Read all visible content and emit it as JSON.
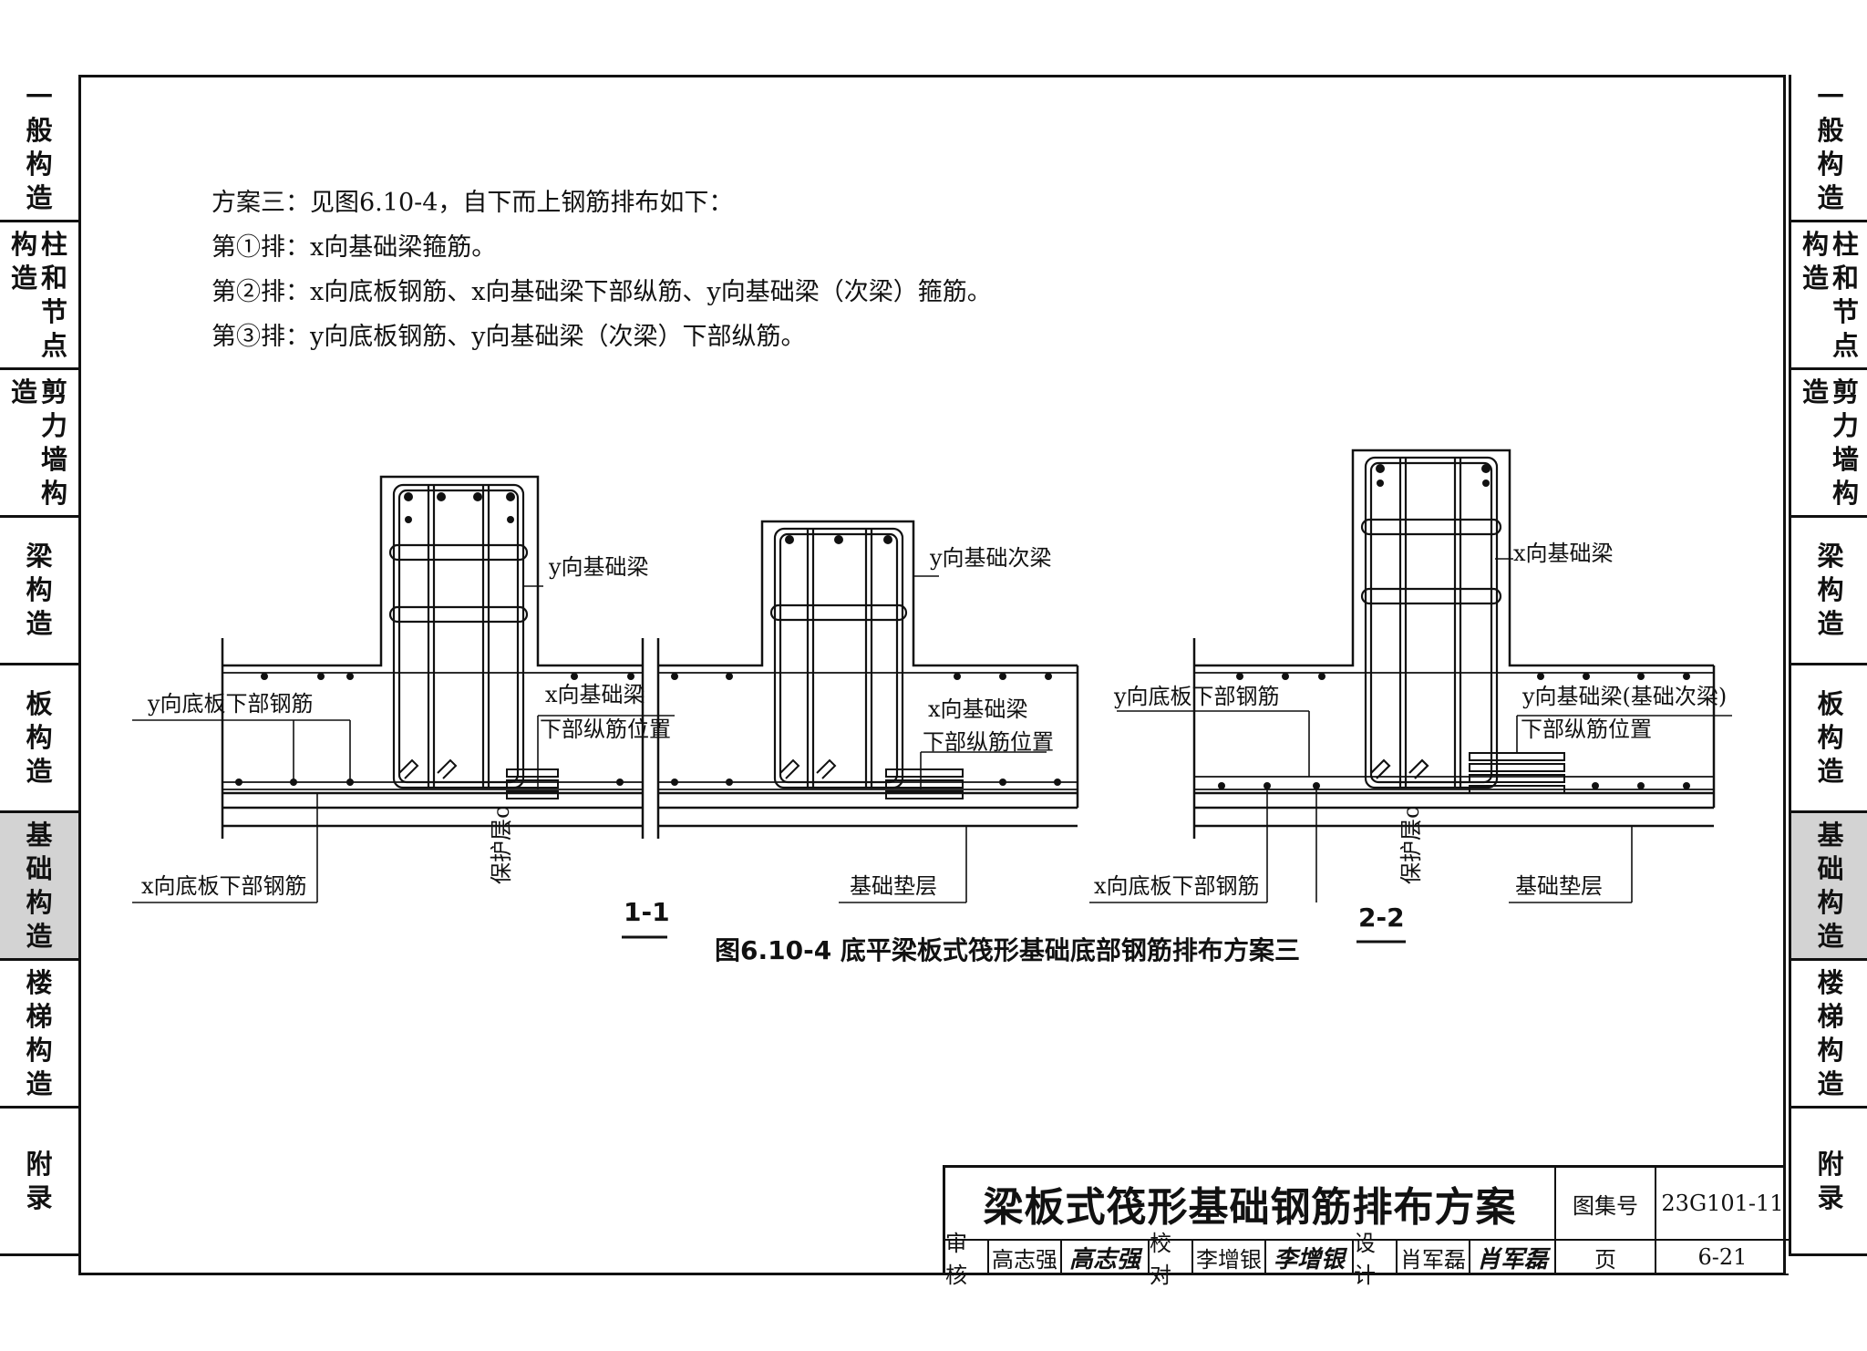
{
  "sidebar_left": [
    {
      "label": "一般构造",
      "active": false
    },
    {
      "label": "柱和节点构造",
      "active": false
    },
    {
      "label": "剪力墙构造",
      "active": false
    },
    {
      "label": "梁构造",
      "active": false
    },
    {
      "label": "板构造",
      "active": false
    },
    {
      "label": "基础构造",
      "active": true
    },
    {
      "label": "楼梯构造",
      "active": false
    },
    {
      "label": "附录",
      "active": false
    }
  ],
  "description": {
    "line1": "方案三：见图6.10-4，自下而上钢筋排布如下：",
    "line2": "第①排：x向基础梁箍筋。",
    "line3": "第②排：x向底板钢筋、x向基础梁下部纵筋、y向基础梁（次梁）箍筋。",
    "line4": "第③排：y向底板钢筋、y向基础梁（次梁）下部纵筋。"
  },
  "section1": {
    "label_y_beam": "y向基础梁",
    "label_y_secondary": "y向基础次梁",
    "label_y_slab": "y向底板下部钢筋",
    "label_x_beam1": "x向基础梁",
    "label_x_beam1b": "下部纵筋位置",
    "label_x_beam2": "x向基础梁",
    "label_x_beam2b": "下部纵筋位置",
    "label_x_slab": "x向底板下部钢筋",
    "label_cover": "保护层c",
    "label_cushion": "基础垫层",
    "section_id": "1-1"
  },
  "section2": {
    "label_x_beam": "x向基础梁",
    "label_y_slab": "y向底板下部钢筋",
    "label_y_beam": "y向基础梁(基础次梁)",
    "label_y_beam_b": "下部纵筋位置",
    "label_x_slab": "x向底板下部钢筋",
    "label_cover": "保护层c",
    "label_cushion": "基础垫层",
    "section_id": "2-2"
  },
  "caption": "图6.10-4  底平梁板式筏形基础底部钢筋排布方案三",
  "title_block": {
    "title": "梁板式筏形基础钢筋排布方案",
    "atlas_label": "图集号",
    "atlas_no": "23G101-11",
    "review_label": "审核",
    "reviewer": "高志强",
    "reviewer_sig": "高志强",
    "check_label": "校对",
    "checker": "李增银",
    "checker_sig": "李增银",
    "design_label": "设计",
    "designer": "肖军磊",
    "designer_sig": "肖军磊",
    "page_label": "页",
    "page_no": "6-21"
  }
}
